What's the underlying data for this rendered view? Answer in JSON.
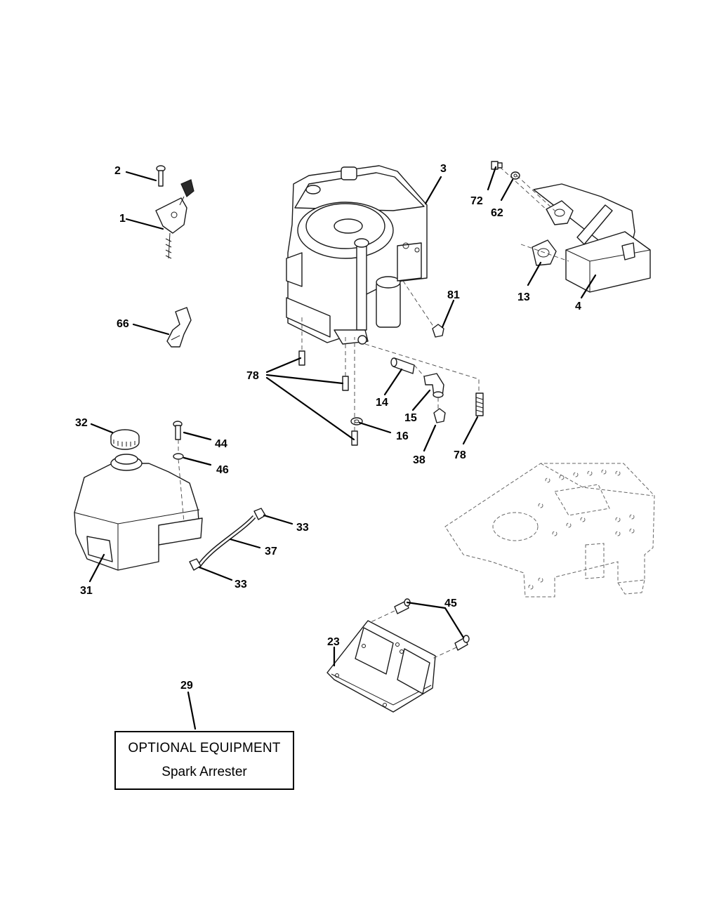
{
  "callouts": {
    "c1": "1",
    "c2": "2",
    "c3": "3",
    "c4": "4",
    "c13": "13",
    "c14": "14",
    "c15": "15",
    "c16": "16",
    "c23": "23",
    "c29": "29",
    "c31": "31",
    "c32": "32",
    "c33a": "33",
    "c33b": "33",
    "c37": "37",
    "c38": "38",
    "c44": "44",
    "c45": "45",
    "c46": "46",
    "c62": "62",
    "c66": "66",
    "c72": "72",
    "c78a": "78",
    "c78b": "78",
    "c81": "81"
  },
  "optional_box": {
    "title": "OPTIONAL EQUIPMENT",
    "subtitle": "Spark Arrester"
  },
  "colors": {
    "line": "#1a1a1a",
    "background": "#ffffff"
  }
}
